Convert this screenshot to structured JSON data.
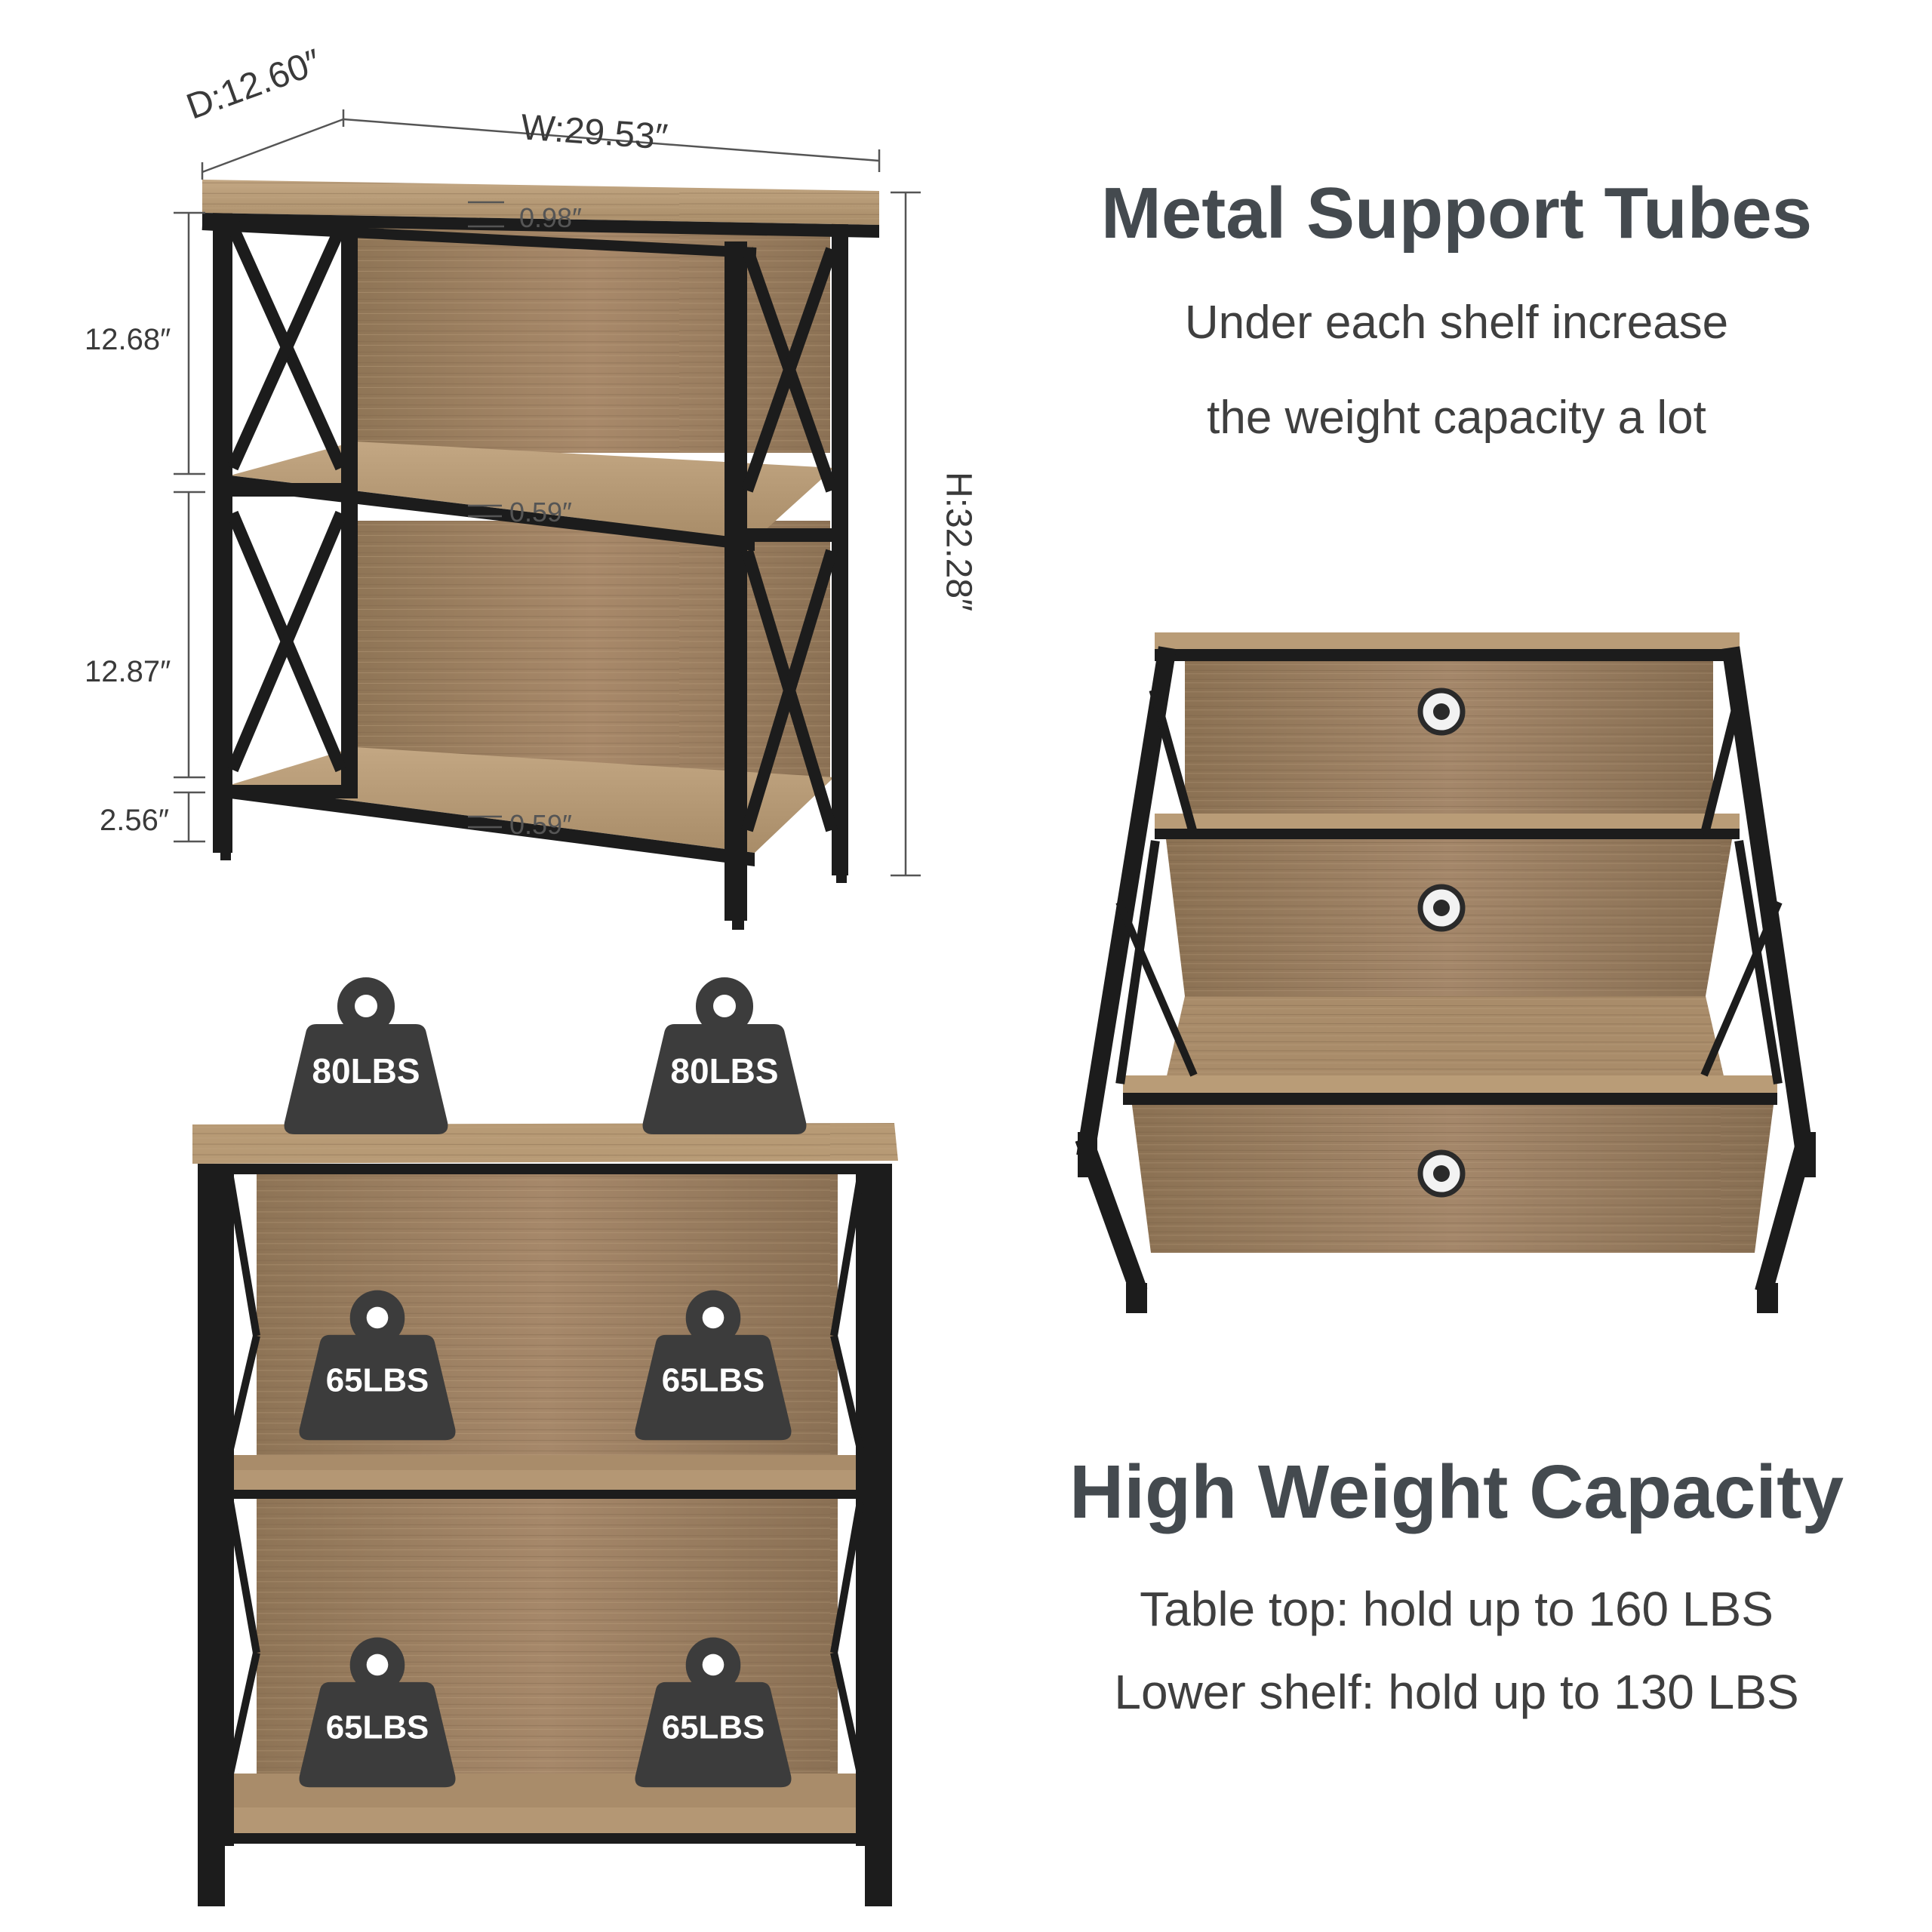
{
  "dimensions": {
    "depth": "D:12.60″",
    "width": "W:29.53″",
    "height": "H:32.28″",
    "top_shelf_gap": "12.68″",
    "middle_shelf_gap": "12.87″",
    "bottom_clearance": "2.56″",
    "top_thickness": "0.98″",
    "middle_thickness": "0.59″",
    "bottom_thickness": "0.59″"
  },
  "support": {
    "title": "Metal Support Tubes",
    "line1": "Under each shelf increase",
    "line2": "the weight capacity a lot"
  },
  "capacity": {
    "title": "High Weight Capacity",
    "line1": "Table top: hold up to 160 LBS",
    "line2": "Lower shelf: hold up to 130 LBS"
  },
  "weights": {
    "top_left": "80LBS",
    "top_right": "80LBS",
    "middle_left": "65LBS",
    "middle_right": "65LBS",
    "bottom_left": "65LBS",
    "bottom_right": "65LBS"
  },
  "colors": {
    "wood": "#a08461",
    "wood_light": "#b89b76",
    "frame": "#1c1c1c",
    "weight": "#3c3c3c",
    "heading": "#444a4f"
  }
}
